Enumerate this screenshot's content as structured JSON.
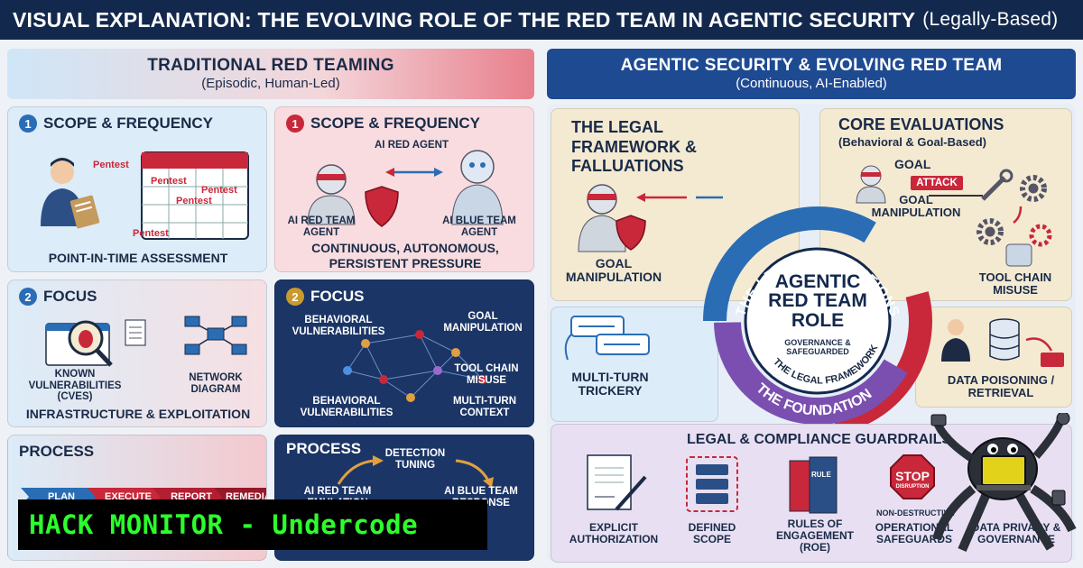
{
  "title": {
    "main": "VISUAL EXPLANATION: THE EVOLVING ROLE OF THE RED TEAM IN AGENTIC SECURITY",
    "sub": "(Legally-Based)"
  },
  "left": {
    "header_title": "TRADITIONAL RED TEAMING",
    "header_sub": "(Episodic, Human-Led)",
    "scope_trad": {
      "num": "1",
      "title": "SCOPE & FREQUENCY",
      "pentest_labels": [
        "Pentest",
        "Pentest",
        "Pentest",
        "Pentest",
        "Pentest"
      ],
      "caption": "POINT-IN-TIME ASSESSMENT"
    },
    "scope_ai": {
      "num": "1",
      "title": "SCOPE & FREQUENCY",
      "red_label": "AI RED AGENT",
      "red_agent": "AI RED TEAM AGENT",
      "blue_agent": "AI BLUE TEAM AGENT",
      "caption": "CONTINUOUS, AUTONOMOUS, PERSISTENT PRESSURE"
    },
    "focus_trad": {
      "num": "2",
      "title": "FOCUS",
      "known": "KNOWN VULNERABILITIES (CVEs)",
      "network": "NETWORK DIAGRAM",
      "caption": "INFRASTRUCTURE & EXPLOITATION"
    },
    "focus_ai": {
      "num": "2",
      "title": "FOCUS",
      "labels": [
        "BEHAVIORAL VULNERABILITIES",
        "GOAL MANIPULATION",
        "TOOL CHAIN MISUSE",
        "BEHAVIORAL VULNERABILITIES",
        "MULTI-TURN CONTEXT"
      ]
    },
    "process_trad": {
      "title": "PROCESS",
      "steps": [
        "PLAN",
        "EXECUTE",
        "REPORT",
        "REMEDIATE"
      ]
    },
    "process_ai": {
      "title": "PROCESS",
      "detection": "DETECTION TUNING",
      "red": "AI RED TEAM EMULATION",
      "blue": "AI BLUE TEAM RESPONSE"
    }
  },
  "right": {
    "header_title": "AGENTIC SECURITY & EVOLVING RED TEAM",
    "header_sub": "(Continuous, AI-Enabled)",
    "legal": {
      "title": "THE LEGAL FRAMEWORK & FALLUATIONS",
      "caption": "GOAL MANIPULATION"
    },
    "core": {
      "title": "CORE EVALUATIONS",
      "sub": "(Behavioral & Goal-Based)",
      "goal": "GOAL",
      "attack": "ATTACK",
      "goal_manip": "GOAL MANIPULATION",
      "tool": "TOOL CHAIN MISUSE"
    },
    "multi": "MULTI-TURN TRICKERY",
    "data": "DATA POISONING / RETRIEVAL",
    "center": {
      "title": "AGENTIC RED TEAM ROLE",
      "sub": "GOVERNANCE & SAFEGUARDED",
      "ring_top": "THE LEGAL EVALUATIONS",
      "ring_mid": "THE LEGAL FRAMEWORK",
      "ring_bottom": "THE FOUNDATION"
    },
    "guardrails": {
      "title": "LEGAL & COMPLIANCE GUARDRAILS",
      "items": [
        "EXPLICIT AUTHORIZATION",
        "DEFINED SCOPE",
        "RULES OF ENGAGEMENT (ROE)",
        "OPERATIONAL SAFEGUARDS",
        "DATA PRIVACY & GOVERNANCE"
      ],
      "stop": "STOP",
      "disruption": "DISRUPTION",
      "non_destructive": "NON-DESTRUCTIVE",
      "rule_book": "RULE"
    }
  },
  "watermark": "HACK MONITOR - Undercode",
  "colors": {
    "navy": "#13284d",
    "red": "#c8283a",
    "blue": "#2a6db5",
    "purple": "#7a4fb0",
    "green": "#2cff2c"
  }
}
